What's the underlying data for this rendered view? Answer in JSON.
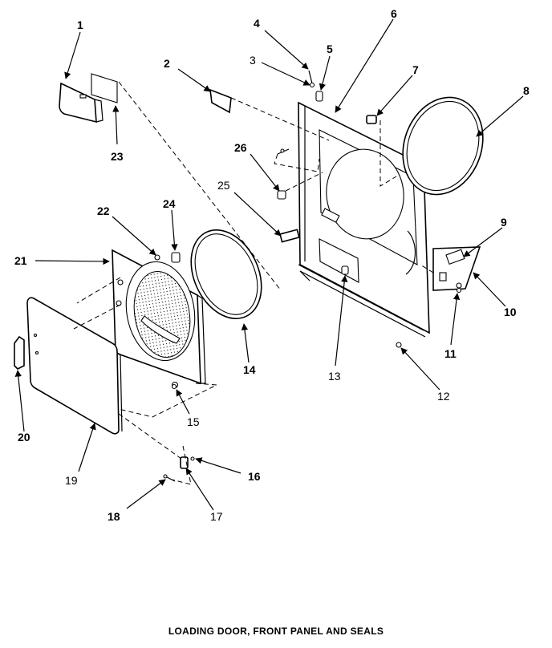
{
  "caption": "LOADING DOOR, FRONT PANEL AND SEALS",
  "callouts": {
    "c1": "1",
    "c2": "2",
    "c3": "3",
    "c4": "4",
    "c5": "5",
    "c6": "6",
    "c7": "7",
    "c8": "8",
    "c9": "9",
    "c10": "10",
    "c11": "11",
    "c12": "12",
    "c13": "13",
    "c14": "14",
    "c15": "15",
    "c16": "16",
    "c17": "17",
    "c18": "18",
    "c19": "19",
    "c20": "20",
    "c21": "21",
    "c22": "22",
    "c23": "23",
    "c24": "24",
    "c25": "25",
    "c26": "26"
  }
}
